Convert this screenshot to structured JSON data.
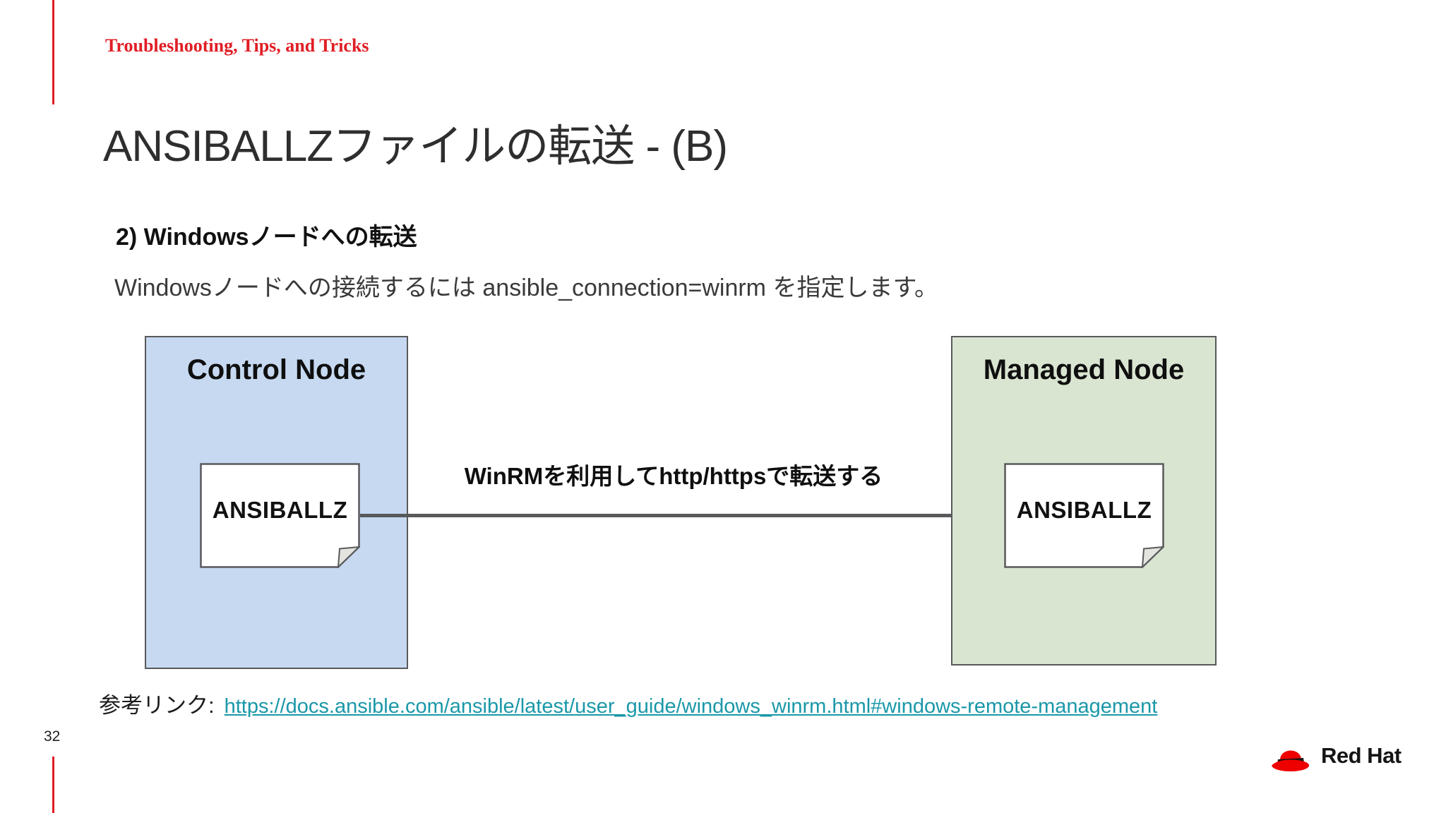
{
  "slide": {
    "eyebrow": "Troubleshooting, Tips, and Tricks",
    "title": "ANSIBALLZファイルの転送 - (B)",
    "subtitle": "2) Windowsノードへの転送",
    "body": "Windowsノードへの接続するには ansible_connection=winrm を指定します。",
    "page_number": "32"
  },
  "diagram": {
    "control_node": {
      "label": "Control Node",
      "file_label": "ANSIBALLZ",
      "fill": "#c6d9f0"
    },
    "managed_node": {
      "label": "Managed Node",
      "file_label": "ANSIBALLZ",
      "fill": "#d9e5d1"
    },
    "arrow_label": "WinRMを利用してhttp/httpsで転送する",
    "border_color": "#58595b",
    "arrow_color": "#58595b"
  },
  "footer": {
    "reference_label": "参考リンク:",
    "reference_url": "https://docs.ansible.com/ansible/latest/user_guide/windows_winrm.html#windows-remote-management",
    "logo_text": "Red Hat"
  },
  "colors": {
    "accent_red": "#e01e25",
    "brand_red": "#ee0000",
    "link_teal": "#1a98a8",
    "title_gray": "#2e2e2e"
  }
}
